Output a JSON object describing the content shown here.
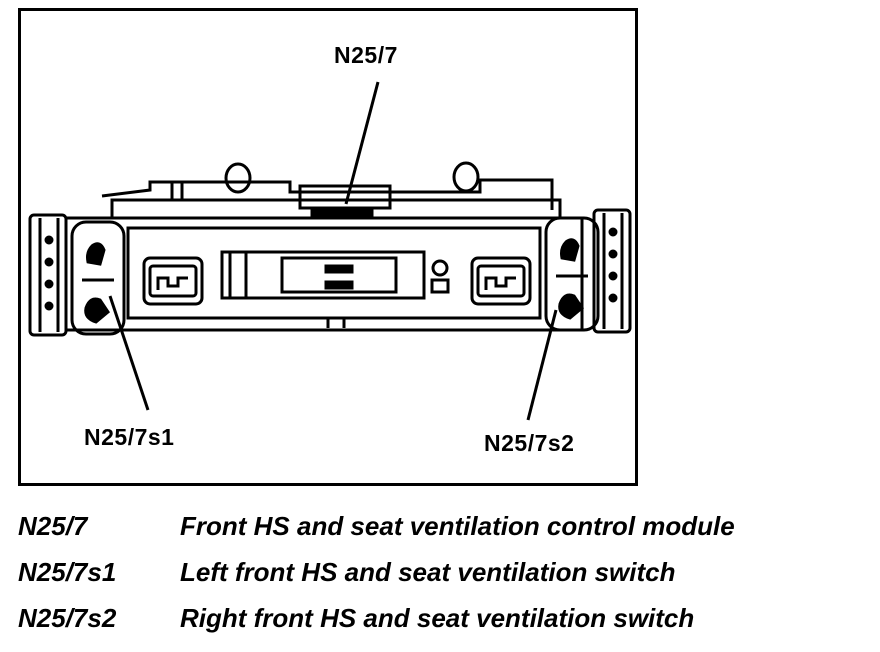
{
  "callouts": {
    "module": "N25/7",
    "left_switch": "N25/7s1",
    "right_switch": "N25/7s2"
  },
  "legend": [
    {
      "code": "N25/7",
      "description": "Front HS and seat ventilation control module"
    },
    {
      "code": "N25/7s1",
      "description": "Left front HS and seat ventilation switch"
    },
    {
      "code": "N25/7s2",
      "description": "Right front HS and seat ventilation switch"
    }
  ]
}
